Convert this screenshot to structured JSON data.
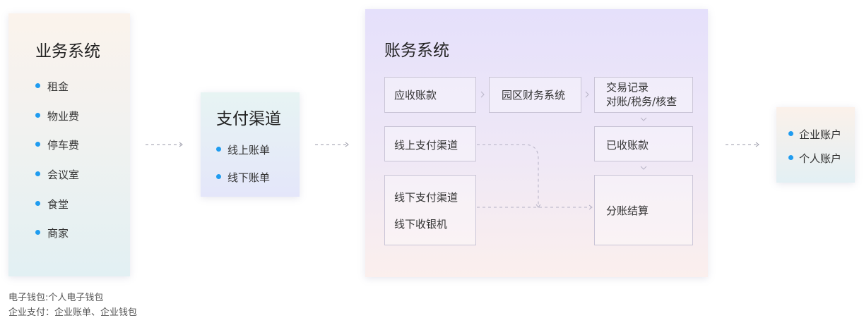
{
  "business_system": {
    "title": "业务系统",
    "items": [
      "租金",
      "物业费",
      "停车费",
      "会议室",
      "食堂",
      "商家"
    ]
  },
  "payment_channel": {
    "title": "支付渠道",
    "items": [
      "线上账单",
      "线下账单"
    ]
  },
  "accounting_system": {
    "title": "账务系统",
    "nodes": {
      "receivable": "应收账款",
      "park_finance": "园区财务系统",
      "transaction_line1": "交易记录",
      "transaction_line2": "对账/税务/核查",
      "online_channel": "线上支付渠道",
      "received": "已收账款",
      "offline_channel": "线下支付渠道",
      "offline_cashier": "线下收银机",
      "split_settlement": "分账结算"
    }
  },
  "accounts": {
    "items": [
      "企业账户",
      "个人账户"
    ]
  },
  "notes": {
    "line1": "电子钱包:个人电子钱包",
    "line2": "企业支付：企业账单、企业钱包"
  },
  "colors": {
    "bullet": "#1f9cf0",
    "arrow": "#9a9aa8"
  }
}
